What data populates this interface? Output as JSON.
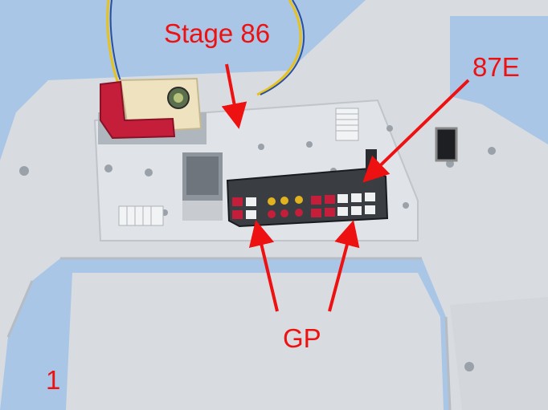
{
  "labels": {
    "stage": "Stage 86",
    "panel": "87E",
    "gp": "GP",
    "figure_number": "1"
  },
  "colors": {
    "background": "#a9c6e6",
    "plate": "#d8dce0",
    "plate_shadow": "#b6bcc3",
    "annotation": "#ee1111",
    "panel_body": "#3a3d42",
    "lamp_red": "#c41e3a",
    "lamp_amber": "#e2b21f",
    "wire_yellow": "#e8c21c",
    "wire_blue": "#2a4f9c",
    "connector_cream": "#efe2bf"
  }
}
